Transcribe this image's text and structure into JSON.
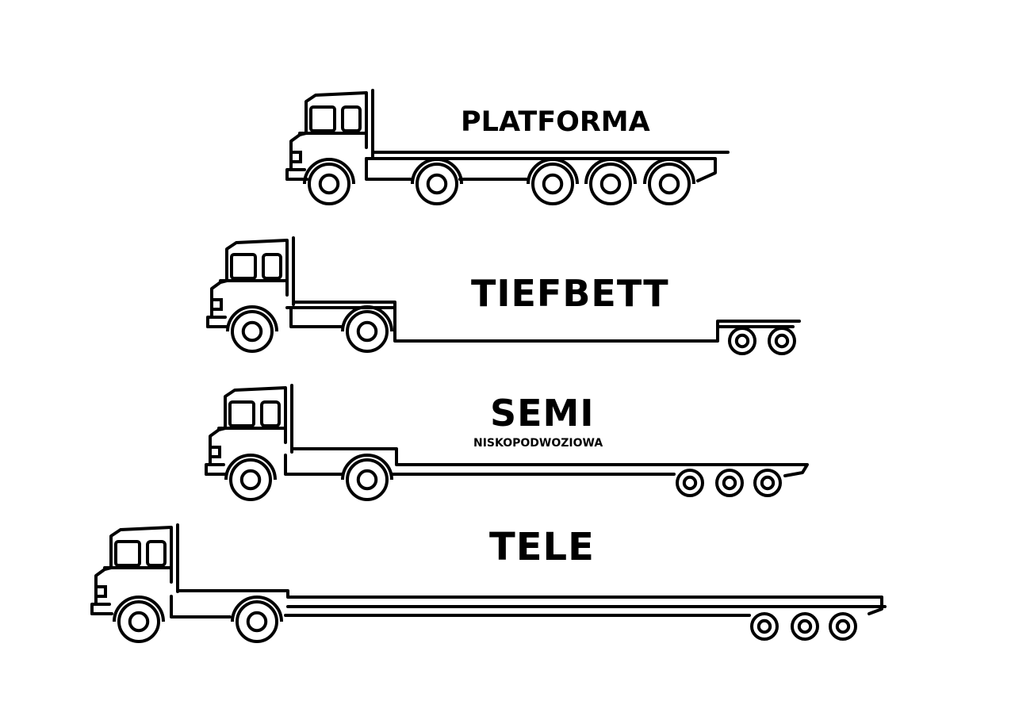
{
  "trucks": [
    {
      "id": "platforma",
      "label": "PLATFORMA",
      "sublabel": ""
    },
    {
      "id": "tiefbett",
      "label": "TIEFBETT",
      "sublabel": ""
    },
    {
      "id": "semi",
      "label": "SEMI",
      "sublabel": "NISKOPODWOZIOWA"
    },
    {
      "id": "tele",
      "label": "TELE",
      "sublabel": ""
    }
  ],
  "colors": {
    "stroke": "#000000",
    "background": "#ffffff"
  }
}
